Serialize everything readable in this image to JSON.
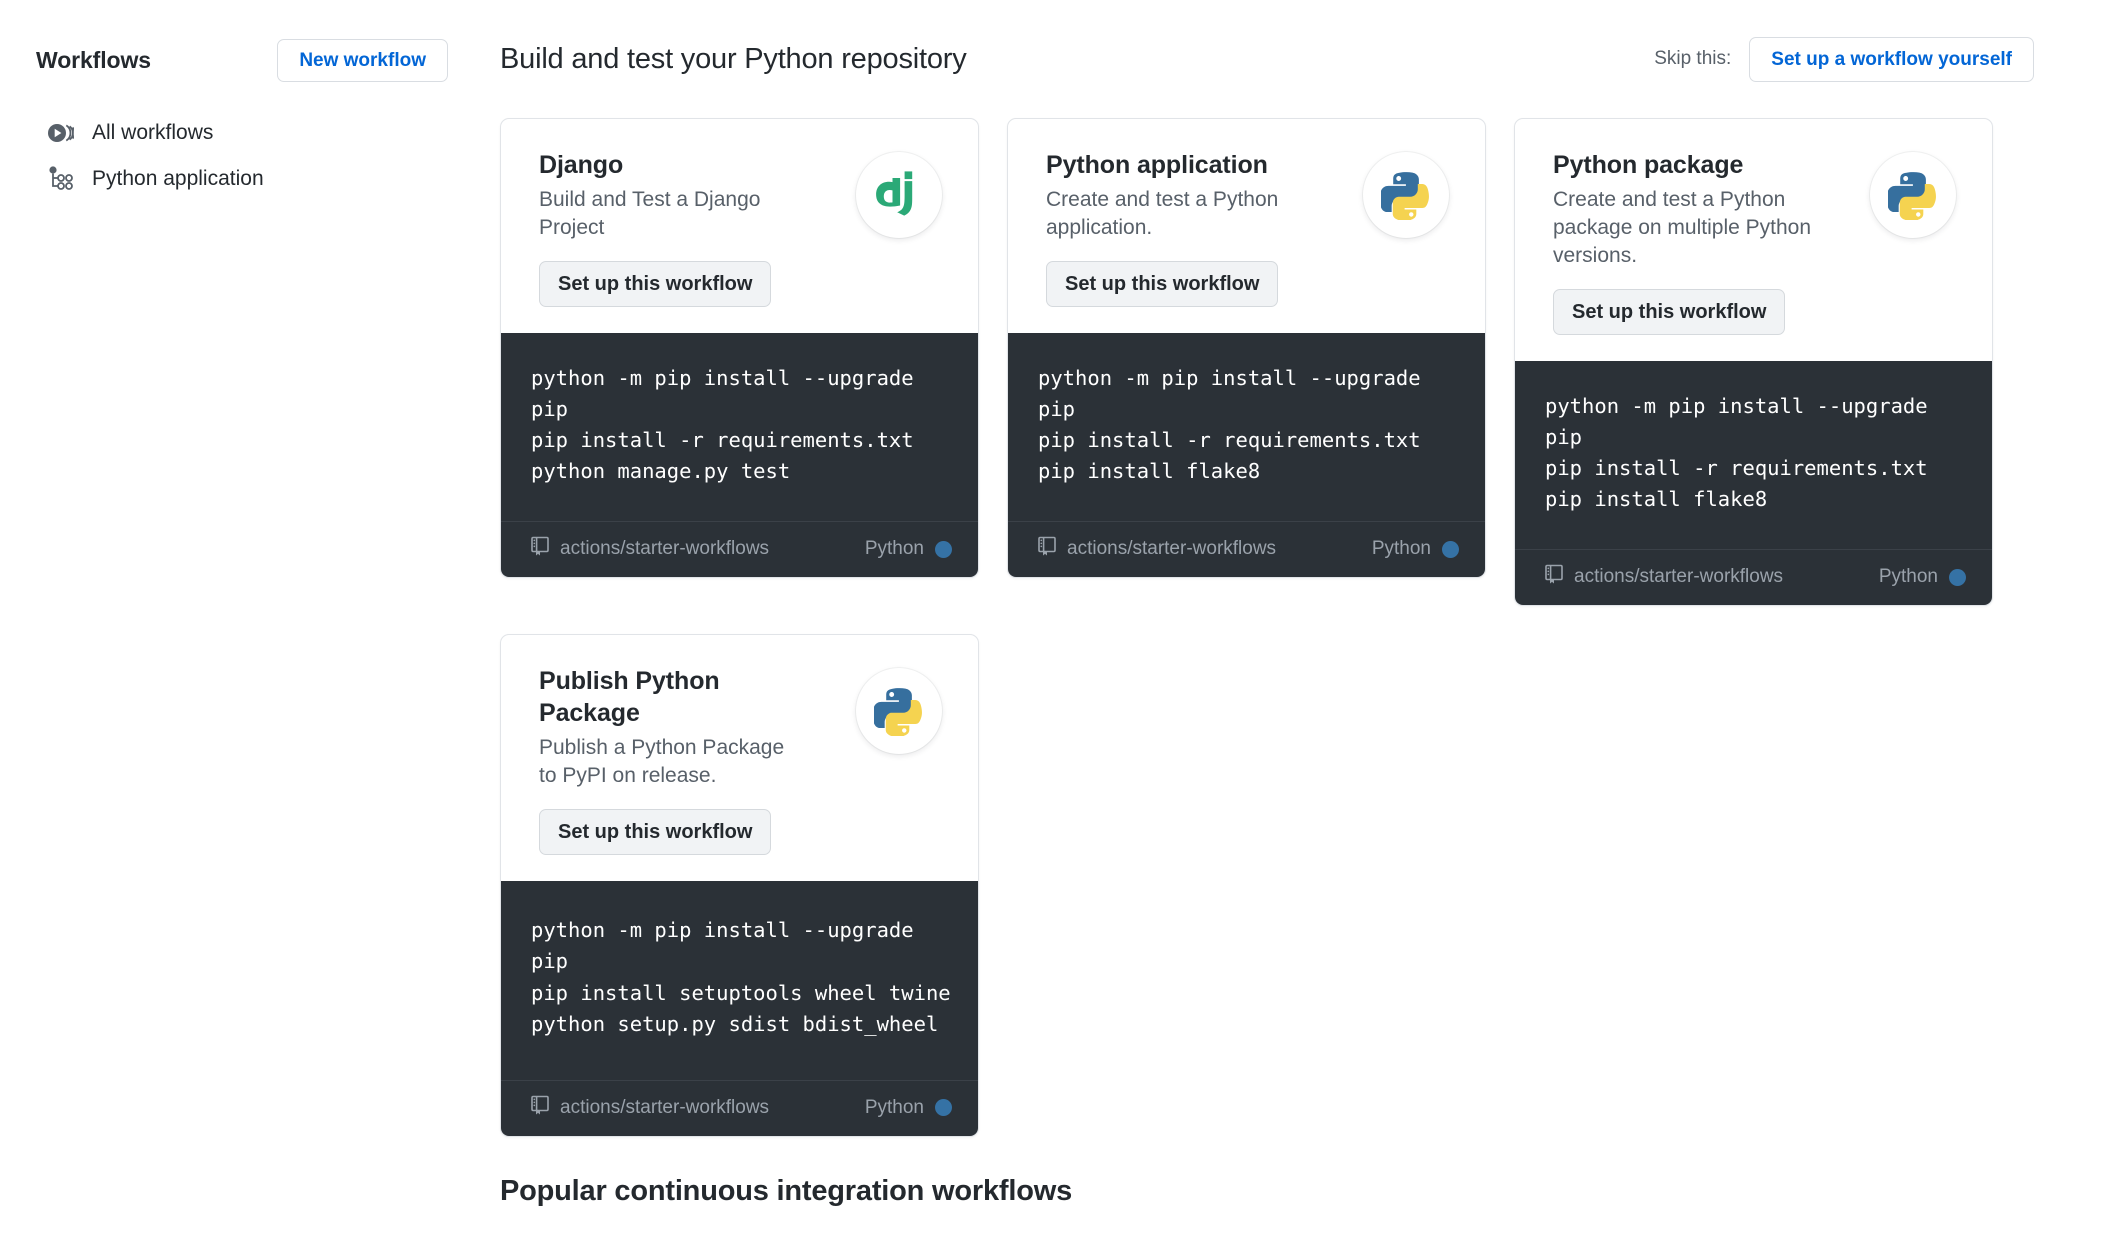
{
  "sidebar": {
    "title": "Workflows",
    "new_workflow_label": "New workflow",
    "items": [
      {
        "label": "All workflows",
        "icon": "workflow-runs-icon"
      },
      {
        "label": "Python application",
        "icon": "workflow-graph-icon"
      }
    ]
  },
  "header": {
    "title": "Build and test your Python repository",
    "skip_label": "Skip this:",
    "skip_button_label": "Set up a workflow yourself"
  },
  "colors": {
    "accent_blue": "#0366d6",
    "python_blue": "#366f9e",
    "python_yellow": "#f5d350",
    "django_green": "#2ba977",
    "lang_dot": "#3572a5",
    "code_bg": "#2b3137"
  },
  "cards": [
    {
      "title": "Django",
      "description": "Build and Test a Django Project",
      "button_label": "Set up this workflow",
      "logo": "django-logo",
      "code": "python -m pip install --upgrade pip\npip install -r requirements.txt\npython manage.py test",
      "repo": "actions/starter-workflows",
      "language": "Python"
    },
    {
      "title": "Python application",
      "description": "Create and test a Python application.",
      "button_label": "Set up this workflow",
      "logo": "python-logo",
      "code": "python -m pip install --upgrade pip\npip install -r requirements.txt\npip install flake8",
      "repo": "actions/starter-workflows",
      "language": "Python"
    },
    {
      "title": "Python package",
      "description": "Create and test a Python package on multiple Python versions.",
      "button_label": "Set up this workflow",
      "logo": "python-logo",
      "code": "python -m pip install --upgrade pip\npip install -r requirements.txt\npip install flake8",
      "repo": "actions/starter-workflows",
      "language": "Python"
    },
    {
      "title": "Publish Python Package",
      "description": "Publish a Python Package to PyPI on release.",
      "button_label": "Set up this workflow",
      "logo": "python-logo",
      "code": "python -m pip install --upgrade pip\npip install setuptools wheel twine\npython setup.py sdist bdist_wheel",
      "repo": "actions/starter-workflows",
      "language": "Python"
    }
  ],
  "section_heading": "Popular continuous integration workflows"
}
